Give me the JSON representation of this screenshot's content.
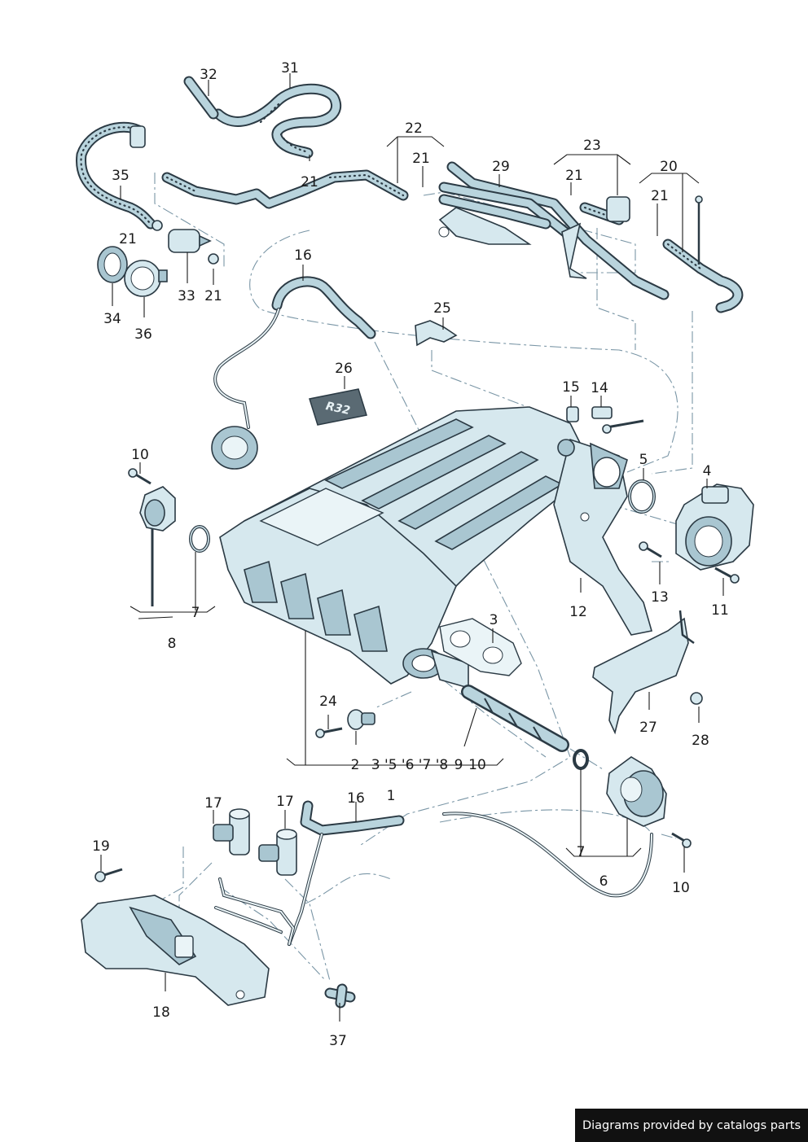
{
  "labels": [
    {
      "id": "l32",
      "text": "32"
    },
    {
      "id": "l31",
      "text": "31"
    },
    {
      "id": "l22",
      "text": "22"
    },
    {
      "id": "l23",
      "text": "23"
    },
    {
      "id": "l20",
      "text": "20"
    },
    {
      "id": "l35",
      "text": "35"
    },
    {
      "id": "l21a",
      "text": "21"
    },
    {
      "id": "l21b",
      "text": "21"
    },
    {
      "id": "l21c",
      "text": "21"
    },
    {
      "id": "l21d",
      "text": "21"
    },
    {
      "id": "l21e",
      "text": "21"
    },
    {
      "id": "l21f",
      "text": "21"
    },
    {
      "id": "l29",
      "text": "29"
    },
    {
      "id": "l33",
      "text": "33"
    },
    {
      "id": "l21g",
      "text": "21"
    },
    {
      "id": "l34",
      "text": "34"
    },
    {
      "id": "l36",
      "text": "36"
    },
    {
      "id": "l16a",
      "text": "16"
    },
    {
      "id": "l25",
      "text": "25"
    },
    {
      "id": "l26",
      "text": "26"
    },
    {
      "id": "l15",
      "text": "15"
    },
    {
      "id": "l14",
      "text": "14"
    },
    {
      "id": "l10a",
      "text": "10"
    },
    {
      "id": "l5",
      "text": "5"
    },
    {
      "id": "l4",
      "text": "4"
    },
    {
      "id": "l7a",
      "text": "7"
    },
    {
      "id": "l8",
      "text": "8"
    },
    {
      "id": "l12",
      "text": "12"
    },
    {
      "id": "l13",
      "text": "13"
    },
    {
      "id": "l11",
      "text": "11"
    },
    {
      "id": "l3",
      "text": "3"
    },
    {
      "id": "l27",
      "text": "27"
    },
    {
      "id": "l28",
      "text": "28"
    },
    {
      "id": "l24",
      "text": "24"
    },
    {
      "id": "l2",
      "text": "2"
    },
    {
      "id": "lseq",
      "text": "3 '5 '6 '7 '8"
    },
    {
      "id": "l9",
      "text": "9"
    },
    {
      "id": "l10b",
      "text": "10"
    },
    {
      "id": "l1",
      "text": "1"
    },
    {
      "id": "l17a",
      "text": "17"
    },
    {
      "id": "l17b",
      "text": "17"
    },
    {
      "id": "l16b",
      "text": "16"
    },
    {
      "id": "l19",
      "text": "19"
    },
    {
      "id": "l7b",
      "text": "7"
    },
    {
      "id": "l6",
      "text": "6"
    },
    {
      "id": "l10c",
      "text": "10"
    },
    {
      "id": "l18",
      "text": "18"
    },
    {
      "id": "l37",
      "text": "37"
    }
  ],
  "badge_text": "R32",
  "credit": "Diagrams provided by catalogs parts"
}
